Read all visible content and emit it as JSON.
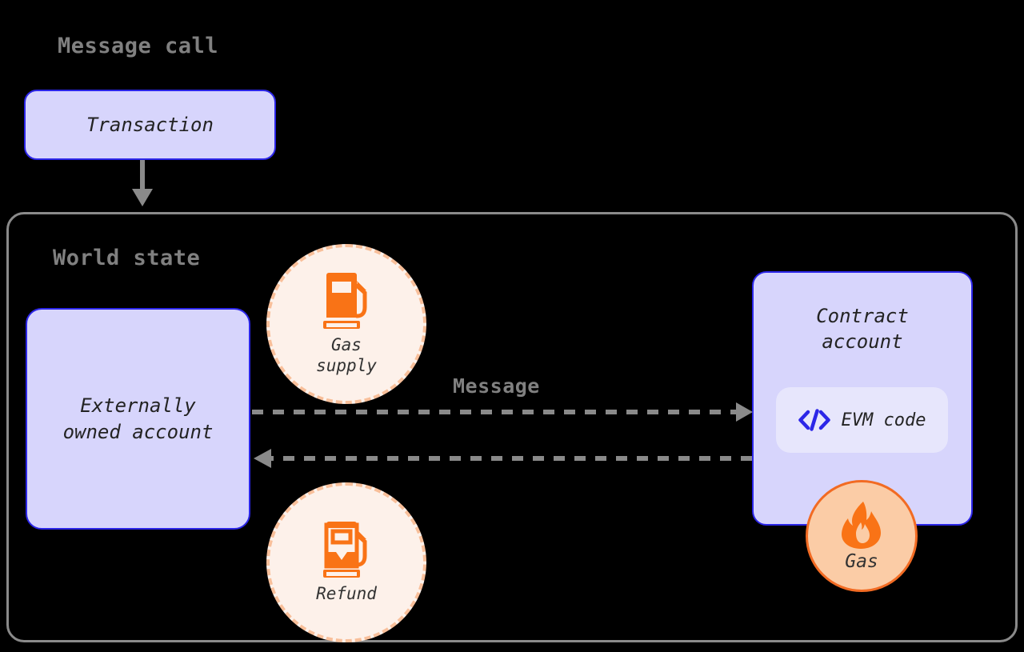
{
  "diagram": {
    "title": "Message call",
    "background_color": "#000000"
  },
  "palette": {
    "node_fill": "#D7D5FC",
    "node_border": "#2C26E8",
    "chip_fill": "#E7E6FC",
    "container_border": "#8A8A8A",
    "heading_color": "#808080",
    "arrow_color": "#8A8A8A",
    "gas_circle_fill": "#FBCCA6",
    "gas_circle_border": "#F26B23",
    "dashed_circle_fill": "#FDF1EA",
    "dashed_circle_border": "#F8BF9A",
    "orange_icon": "#F97316",
    "code_icon": "#2C26E8",
    "body_text": "#232323"
  },
  "headings": {
    "message_call": "Message call",
    "world_state": "World state"
  },
  "nodes": {
    "transaction": {
      "label": "Transaction"
    },
    "externally_owned_account": {
      "line1": "Externally",
      "line2": "owned account"
    },
    "contract_account": {
      "line1": "Contract",
      "line2": "account",
      "evm_chip": {
        "icon": "code-brackets-icon",
        "label": "EVM code"
      }
    }
  },
  "badges": {
    "gas_supply": {
      "icon": "gas-pump-full-icon",
      "line1": "Gas",
      "line2": "supply"
    },
    "refund": {
      "icon": "gas-pump-partial-icon",
      "label": "Refund"
    },
    "gas": {
      "icon": "flame-icon",
      "label": "Gas"
    }
  },
  "edges": {
    "transaction_to_world_state": {
      "label": "",
      "style": "solid-arrow"
    },
    "message": {
      "label": "Message",
      "style": "dashed-arrow",
      "direction": "eoa-to-contract"
    },
    "message_return": {
      "label": "",
      "style": "dashed-arrow",
      "direction": "contract-to-eoa"
    }
  }
}
